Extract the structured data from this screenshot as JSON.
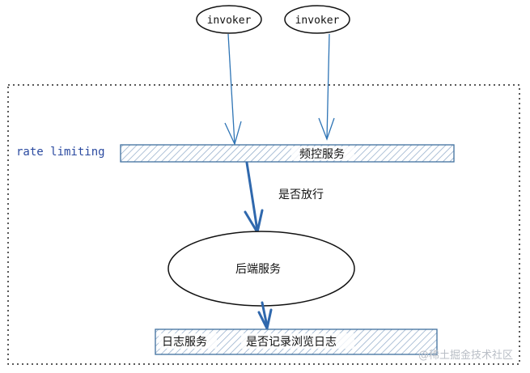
{
  "diagram": {
    "invokers": [
      {
        "label": "invoker"
      },
      {
        "label": "invoker"
      }
    ],
    "rate_limit_label": "rate limiting",
    "rate_limit_bar_label": "频控服务",
    "decision_label": "是否放行",
    "backend_label": "后端服务",
    "log_bar": {
      "left_label": "日志服务",
      "right_label": "是否记录浏览日志"
    }
  },
  "watermark": "@稀土掘金技术社区",
  "colors": {
    "arrow": "#2f68ad",
    "thin_arrow": "#2e74b5",
    "bar_border": "#3f6f9f",
    "hatch": "#8aa6c6",
    "rate_label": "#2b4aa0",
    "boundary": "#222222"
  }
}
